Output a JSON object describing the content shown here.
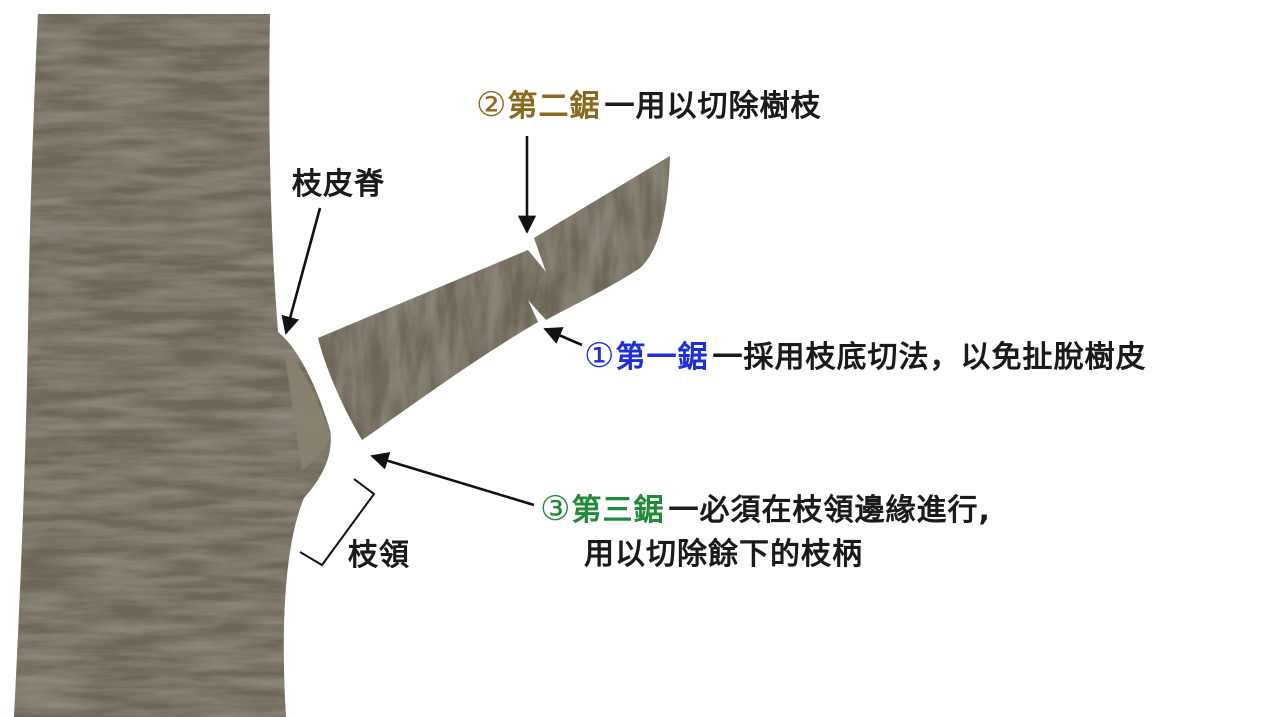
{
  "labels": {
    "ridge": "枝皮脊",
    "collar": "枝領",
    "cut2": {
      "num": "②",
      "name": "第二鋸",
      "desc": "一用以切除樹枝",
      "color": "#8a6a1f"
    },
    "cut1": {
      "num": "①",
      "name": "第一鋸",
      "desc": "一採用枝底切法，以免扯脫樹皮",
      "color": "#1f2de0"
    },
    "cut3": {
      "num": "③",
      "name": "第三鋸",
      "desc": "一必須在枝領邊緣進行,",
      "desc2": "用以切除餘下的枝柄",
      "color": "#1f8a3a"
    }
  },
  "colors": {
    "bark": "#6e6656",
    "bark_dark": "#4a4438",
    "bark_light": "#8e8676",
    "text": "#1a1a1a"
  }
}
